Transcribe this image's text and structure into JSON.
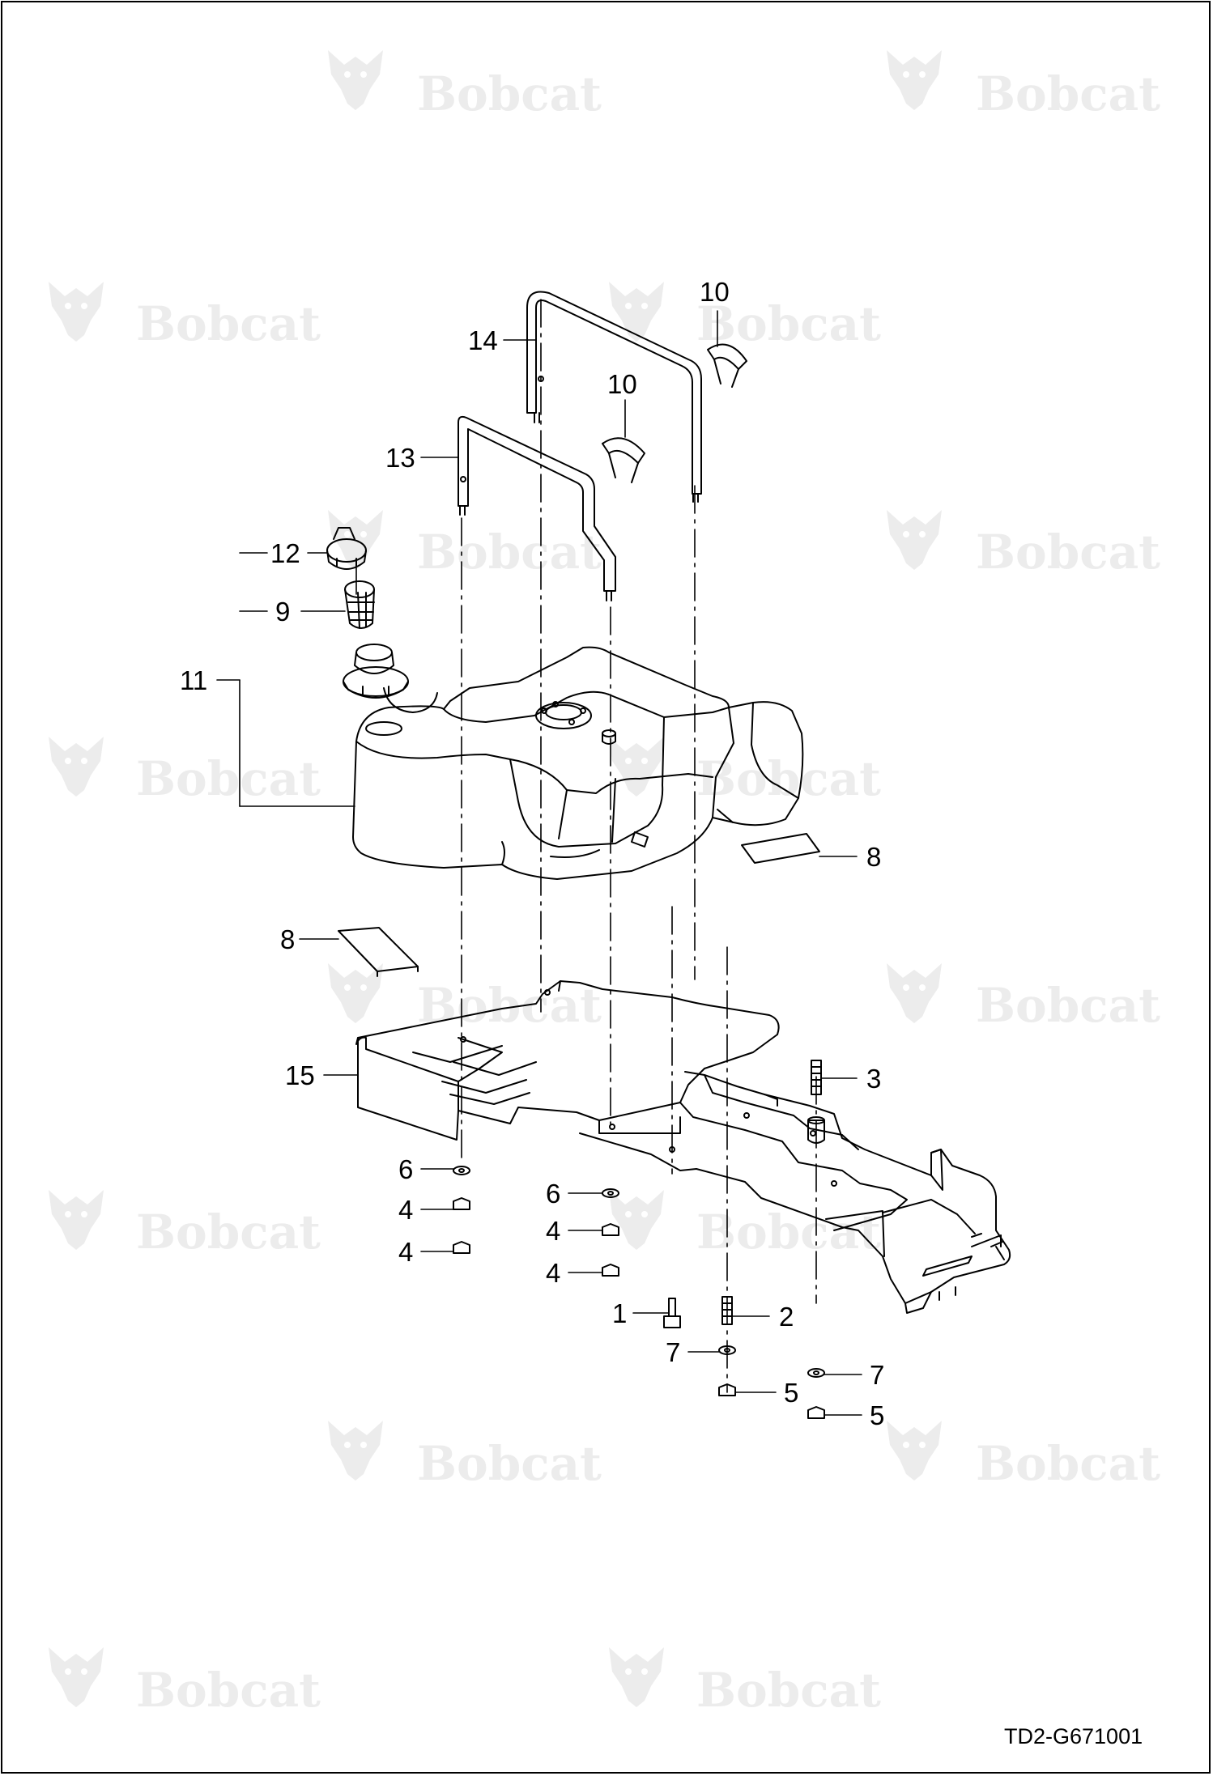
{
  "diagram": {
    "drawing_number": "TD2-G671001",
    "watermark_text": "Bobcat",
    "watermark_mark": "®",
    "callouts": [
      {
        "id": "c1",
        "label": "1"
      },
      {
        "id": "c2",
        "label": "2"
      },
      {
        "id": "c3",
        "label": "3"
      },
      {
        "id": "c4a",
        "label": "4"
      },
      {
        "id": "c4b",
        "label": "4"
      },
      {
        "id": "c4c",
        "label": "4"
      },
      {
        "id": "c4d",
        "label": "4"
      },
      {
        "id": "c5a",
        "label": "5"
      },
      {
        "id": "c5b",
        "label": "5"
      },
      {
        "id": "c6a",
        "label": "6"
      },
      {
        "id": "c6b",
        "label": "6"
      },
      {
        "id": "c7a",
        "label": "7"
      },
      {
        "id": "c7b",
        "label": "7"
      },
      {
        "id": "c8a",
        "label": "8"
      },
      {
        "id": "c8b",
        "label": "8"
      },
      {
        "id": "c9",
        "label": "9"
      },
      {
        "id": "c10a",
        "label": "10"
      },
      {
        "id": "c10b",
        "label": "10"
      },
      {
        "id": "c11",
        "label": "11"
      },
      {
        "id": "c12",
        "label": "12"
      },
      {
        "id": "c13",
        "label": "13"
      },
      {
        "id": "c14",
        "label": "14"
      },
      {
        "id": "c15",
        "label": "15"
      }
    ]
  },
  "colors": {
    "line": "#000000",
    "watermark": "#ececec",
    "background": "#ffffff"
  }
}
